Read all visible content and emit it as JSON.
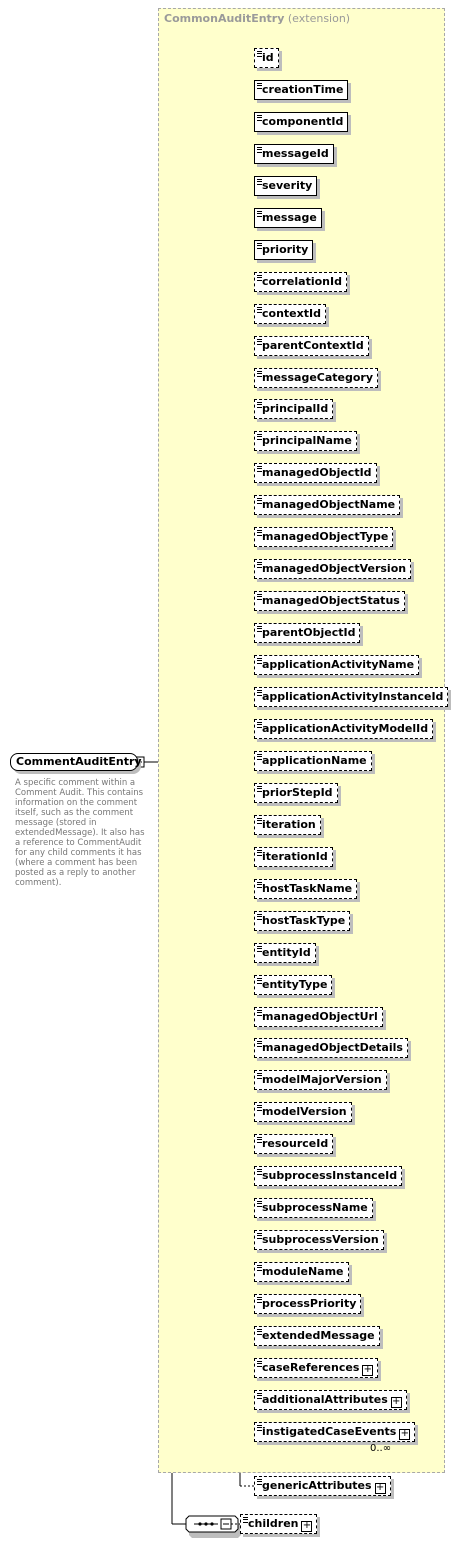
{
  "extension": {
    "name": "CommonAuditEntry",
    "suffix": " (extension)"
  },
  "root": {
    "name": "CommentAuditEntry",
    "documentation": "A specific comment within a Comment Audit.  This contains information on the comment itself, such as the comment message (stored in extendedMessage).  It also has a reference to CommentAudit for any child comments it has (where a comment has been posted as a reply to another comment)."
  },
  "elements": [
    {
      "name": "id",
      "optional": true,
      "complex": false
    },
    {
      "name": "creationTime",
      "optional": false,
      "complex": false
    },
    {
      "name": "componentId",
      "optional": false,
      "complex": false
    },
    {
      "name": "messageId",
      "optional": false,
      "complex": false
    },
    {
      "name": "severity",
      "optional": false,
      "complex": false
    },
    {
      "name": "message",
      "optional": false,
      "complex": false
    },
    {
      "name": "priority",
      "optional": false,
      "complex": false
    },
    {
      "name": "correlationId",
      "optional": true,
      "complex": false
    },
    {
      "name": "contextId",
      "optional": true,
      "complex": false
    },
    {
      "name": "parentContextId",
      "optional": true,
      "complex": false
    },
    {
      "name": "messageCategory",
      "optional": true,
      "complex": false
    },
    {
      "name": "principalId",
      "optional": true,
      "complex": false
    },
    {
      "name": "principalName",
      "optional": true,
      "complex": false
    },
    {
      "name": "managedObjectId",
      "optional": true,
      "complex": false
    },
    {
      "name": "managedObjectName",
      "optional": true,
      "complex": false
    },
    {
      "name": "managedObjectType",
      "optional": true,
      "complex": false
    },
    {
      "name": "managedObjectVersion",
      "optional": true,
      "complex": false
    },
    {
      "name": "managedObjectStatus",
      "optional": true,
      "complex": false
    },
    {
      "name": "parentObjectId",
      "optional": true,
      "complex": false
    },
    {
      "name": "applicationActivityName",
      "optional": true,
      "complex": false
    },
    {
      "name": "applicationActivityInstanceId",
      "optional": true,
      "complex": false
    },
    {
      "name": "applicationActivityModelId",
      "optional": true,
      "complex": false
    },
    {
      "name": "applicationName",
      "optional": true,
      "complex": false
    },
    {
      "name": "priorStepId",
      "optional": true,
      "complex": false
    },
    {
      "name": "iteration",
      "optional": true,
      "complex": false
    },
    {
      "name": "iterationId",
      "optional": true,
      "complex": false
    },
    {
      "name": "hostTaskName",
      "optional": true,
      "complex": false
    },
    {
      "name": "hostTaskType",
      "optional": true,
      "complex": false
    },
    {
      "name": "entityId",
      "optional": true,
      "complex": false
    },
    {
      "name": "entityType",
      "optional": true,
      "complex": false
    },
    {
      "name": "managedObjectUrl",
      "optional": true,
      "complex": false
    },
    {
      "name": "managedObjectDetails",
      "optional": true,
      "complex": false
    },
    {
      "name": "modelMajorVersion",
      "optional": true,
      "complex": false
    },
    {
      "name": "modelVersion",
      "optional": true,
      "complex": false
    },
    {
      "name": "resourceId",
      "optional": true,
      "complex": false
    },
    {
      "name": "subprocessInstanceId",
      "optional": true,
      "complex": false
    },
    {
      "name": "subprocessName",
      "optional": true,
      "complex": false
    },
    {
      "name": "subprocessVersion",
      "optional": true,
      "complex": false
    },
    {
      "name": "moduleName",
      "optional": true,
      "complex": false
    },
    {
      "name": "processPriority",
      "optional": true,
      "complex": false
    },
    {
      "name": "extendedMessage",
      "optional": true,
      "complex": false
    },
    {
      "name": "caseReferences",
      "optional": true,
      "complex": true
    },
    {
      "name": "additionalAttributes",
      "optional": true,
      "complex": true
    },
    {
      "name": "instigatedCaseEvents",
      "optional": true,
      "complex": true,
      "multiple": true,
      "cardinality": "0..∞"
    },
    {
      "name": "genericAttributes",
      "optional": true,
      "complex": true
    }
  ],
  "children_element": {
    "name": "children",
    "optional": true,
    "complex": true
  },
  "symbols": {
    "expand": "+",
    "collapse": "−"
  }
}
